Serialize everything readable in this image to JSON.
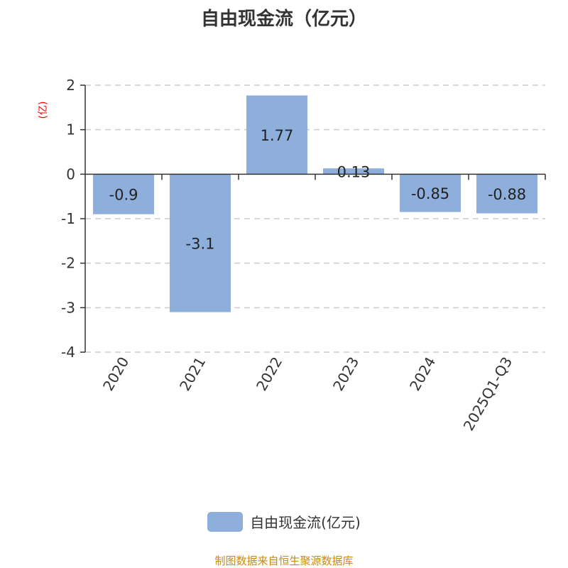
{
  "chart_data": {
    "type": "bar",
    "title": "自由现金流（亿元）",
    "ylabel": "(亿)",
    "xlabel": "",
    "categories": [
      "2020",
      "2021",
      "2022",
      "2023",
      "2024",
      "2025Q1-Q3"
    ],
    "series": [
      {
        "name": "自由现金流(亿元)",
        "values": [
          -0.9,
          -3.1,
          1.77,
          0.13,
          -0.85,
          -0.88
        ]
      }
    ],
    "data_labels": [
      "-0.9",
      "-3.1",
      "1.77",
      "0.13",
      "-0.85",
      "-0.88"
    ],
    "ylim": [
      -4,
      2
    ],
    "yticks": [
      2,
      1,
      0,
      -1,
      -2,
      -3,
      -4
    ],
    "grid": true,
    "legend_position": "bottom",
    "color": "#8eaedb"
  },
  "source": "制图数据来自恒生聚源数据库"
}
